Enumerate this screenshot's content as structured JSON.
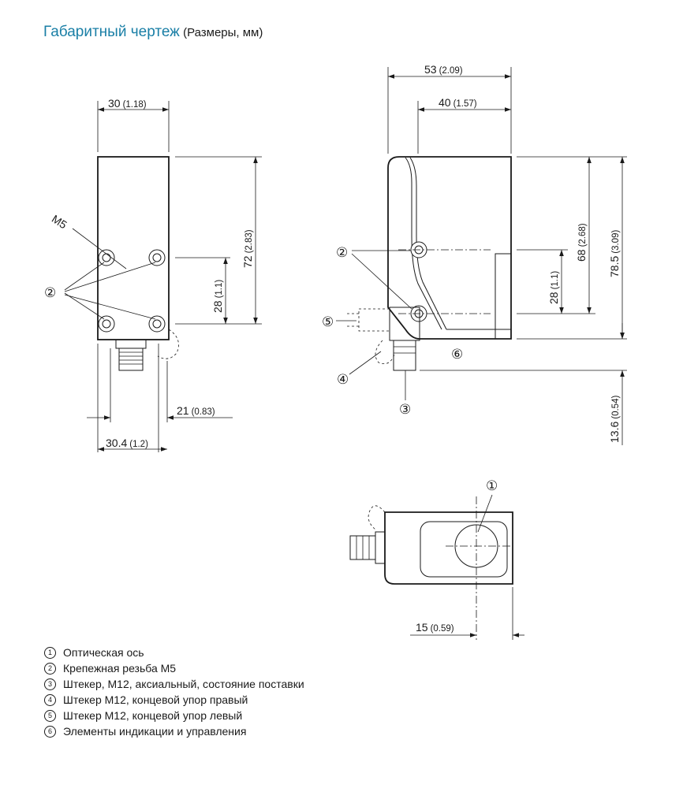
{
  "title": {
    "main": "Габаритный чертеж",
    "sub": " (Размеры, мм)"
  },
  "front_view": {
    "dim_width_top": {
      "main": "30",
      "alt": "(1.18)"
    },
    "dim_height": {
      "main": "72",
      "alt": "(2.83)"
    },
    "dim_hole_spacing": {
      "main": "28",
      "alt": "(1.1)"
    },
    "dim_connector_right": {
      "main": "21",
      "alt": "(0.83)"
    },
    "dim_width_bottom": {
      "main": "30.4",
      "alt": "(1.2)"
    },
    "thread_label": "M5",
    "callout": "②"
  },
  "side_view": {
    "dim_total_width": {
      "main": "53",
      "alt": "(2.09)"
    },
    "dim_body_width": {
      "main": "40",
      "alt": "(1.57)"
    },
    "dim_hole_spacing": {
      "main": "28",
      "alt": "(1.1)"
    },
    "dim_height_68": {
      "main": "68",
      "alt": "(2.68)"
    },
    "dim_height_78": {
      "main": "78.5",
      "alt": "(3.09)"
    },
    "dim_connector": {
      "main": "13.6",
      "alt": "(0.54)"
    },
    "callouts": {
      "c2": "②",
      "c3": "③",
      "c4": "④",
      "c5": "⑤",
      "c6": "⑥"
    }
  },
  "bottom_view": {
    "dim_axis": {
      "main": "15",
      "alt": "(0.59)"
    },
    "callout": "①"
  },
  "legend": [
    {
      "num": "1",
      "text": "Оптическая ось"
    },
    {
      "num": "2",
      "text": "Крепежная резьба M5"
    },
    {
      "num": "3",
      "text": "Штекер, M12, аксиальный, состояние поставки"
    },
    {
      "num": "4",
      "text": "Штекер M12, концевой упор правый"
    },
    {
      "num": "5",
      "text": "Штекер M12, концевой упор левый"
    },
    {
      "num": "6",
      "text": "Элементы индикации и управления"
    }
  ]
}
